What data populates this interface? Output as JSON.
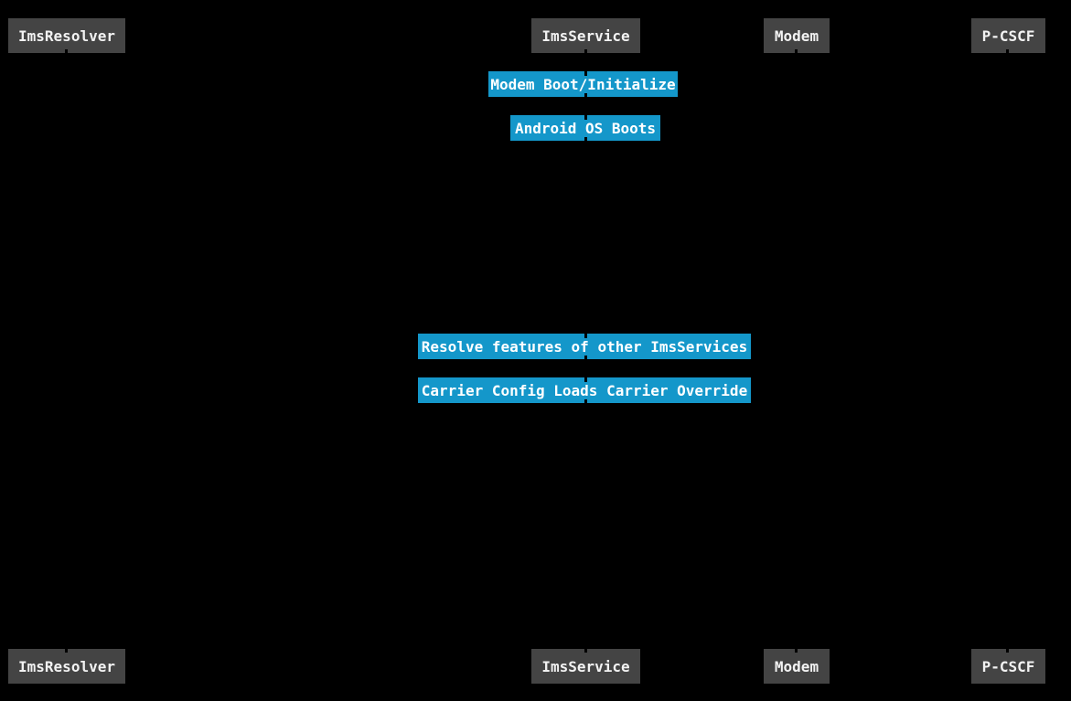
{
  "diagram": {
    "type": "sequence-diagram",
    "background_color": "#000000",
    "actor_box_color": "#444444",
    "actor_text_color": "#f2f2f2",
    "note_box_color": "#1497ca",
    "note_text_color": "#ffffff",
    "actors": [
      {
        "label": "ImsResolver"
      },
      {
        "label": "ImsService"
      },
      {
        "label": "Modem"
      },
      {
        "label": "P-CSCF"
      }
    ],
    "notes": [
      {
        "label": "Modem Boot/Initialize",
        "over": "ImsService"
      },
      {
        "label": "Android OS Boots",
        "over": "ImsService"
      },
      {
        "label": "Resolve features of other ImsServices",
        "over": "ImsService"
      },
      {
        "label": "Carrier Config Loads Carrier Override",
        "over": "ImsService"
      }
    ]
  }
}
